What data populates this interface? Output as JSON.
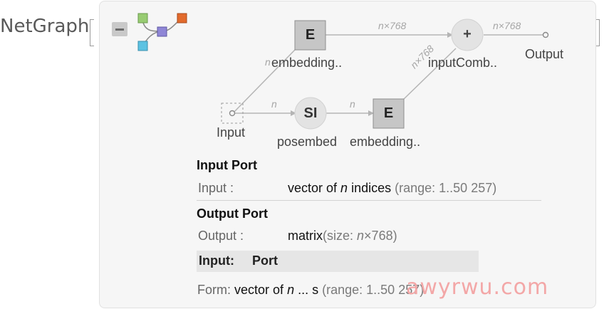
{
  "head": {
    "function_name": "NetGraph"
  },
  "graph": {
    "nodes": {
      "embedding_top": {
        "glyph": "E",
        "label": "embedding.."
      },
      "combine": {
        "glyph": "+",
        "label": "inputComb.."
      },
      "output": {
        "label": "Output"
      },
      "input": {
        "label": "Input"
      },
      "posembed": {
        "glyph": "SI",
        "label": "posembed"
      },
      "embedding_bottom": {
        "glyph": "E",
        "label": "embedding.."
      }
    },
    "dims": {
      "emb_to_comb": "n×768",
      "comb_to_out": "n×768",
      "input_to_emb": "n",
      "input_to_pos": "n",
      "pos_to_emb": "n",
      "emb_to_comb_lower": "n×768"
    }
  },
  "ports": {
    "input_heading": "Input Port",
    "input_key": "Input :",
    "input_value": "vector of",
    "input_n": "n",
    "input_value_tail": "indices",
    "input_range": "(range: 1..50 257)",
    "output_heading": "Output Port",
    "output_key": "Output :",
    "output_value": "matrix",
    "output_size_prefix": "(size:",
    "output_size_n": "n",
    "output_size_tail": "×768)"
  },
  "tooltip": {
    "key": "Input:",
    "value": "Port",
    "form_key": "Form:",
    "form_value": "vector of",
    "form_n": "n",
    "form_tail": "... s",
    "form_range": "(range: 1..50 257)"
  },
  "watermark": "awyrwu.com",
  "colors": {
    "node_box": "#c6c6c6",
    "node_circle": "#e3e3e3",
    "edge": "#b5b5b5",
    "logo_green": "#98cc72",
    "logo_orange": "#e26a2c",
    "logo_purple": "#8f86d6",
    "logo_cyan": "#5cc2e2"
  }
}
